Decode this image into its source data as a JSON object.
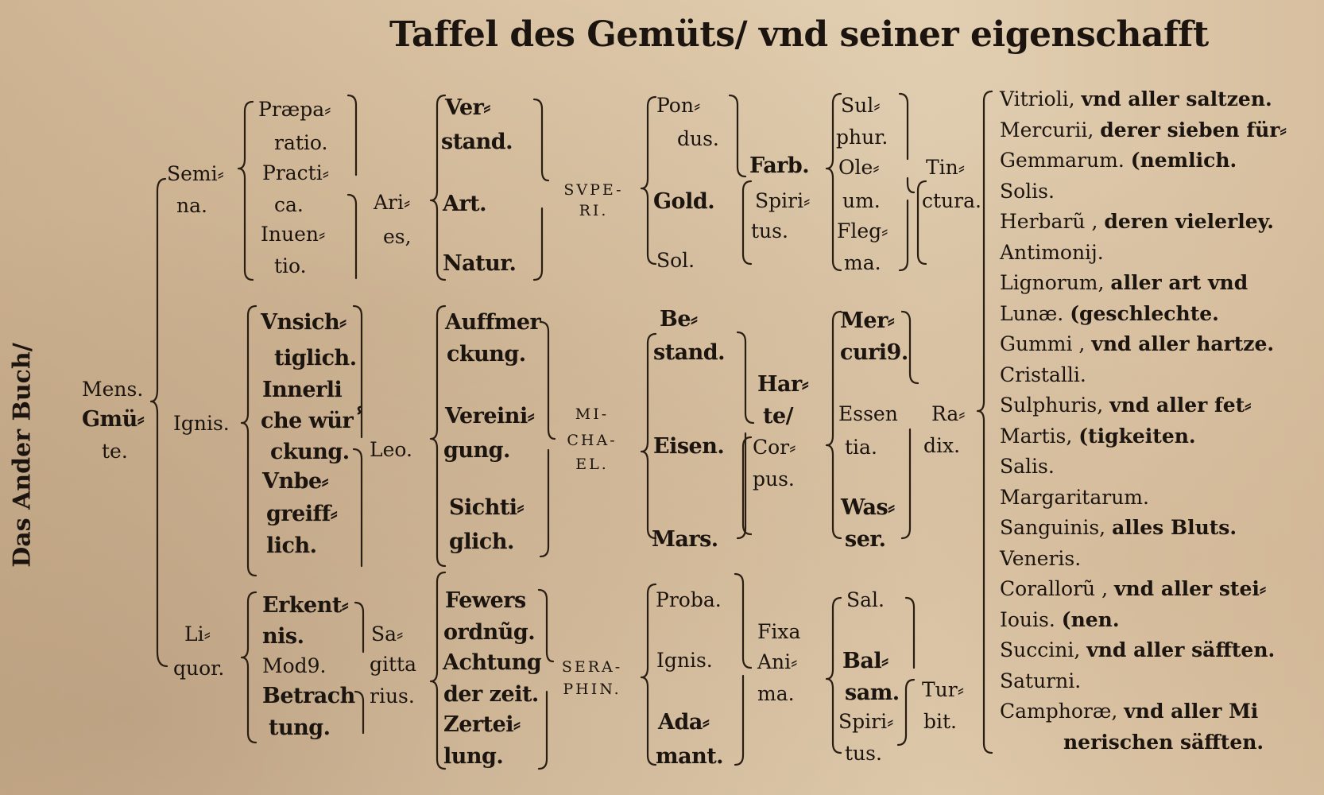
{
  "title": "Taffel des Gemüts/ vnd seiner eigenschafft",
  "side_title": "Das Ander Buch/",
  "root": {
    "line1": "Mens.",
    "line2": "Gmü⸗",
    "line3": "te."
  },
  "col1": {
    "semina": {
      "line1": "Semi⸗",
      "line2": "na."
    },
    "ignis": "Ignis.",
    "liquor": {
      "line1": "Li⸗",
      "line2": "quor."
    }
  },
  "col2": {
    "group1": [
      "Præpa⸗",
      "ratio.",
      "Practi⸗",
      "ca.",
      "Inuen⸗",
      "tio."
    ],
    "group2": [
      "Vnsich⸗",
      "tiglich.",
      "Innerli",
      "che würⸯ",
      "ckung.",
      "Vnbe⸗",
      "greiff⸗",
      "lich."
    ],
    "group3": [
      "Erkent⸗",
      "nis.",
      "Mod9.",
      "Betrach",
      "tung."
    ]
  },
  "col3": {
    "aries": {
      "line1": "Ari⸗",
      "line2": "es,"
    },
    "leo": "Leo.",
    "sagittarius": {
      "line1": "Sa⸗",
      "line2": "gitta",
      "line3": "rius."
    }
  },
  "col4": {
    "group1": [
      "Ver⸗",
      "stand.",
      "Art.",
      "Natur."
    ],
    "group2": [
      "Auffmer",
      "ckung.",
      "Vereini⸗",
      "gung.",
      "Sichti⸗",
      "glich."
    ],
    "group3": [
      "Fewers",
      "ordnũg.",
      "Achtung",
      "der zeit.",
      "Zertei⸗",
      "lung."
    ]
  },
  "col5": {
    "superi": {
      "line1": "SVPE-",
      "line2": "RI."
    },
    "michael": {
      "line1": "MI-",
      "line2": "CHA-",
      "line3": "EL."
    },
    "seraphin": {
      "line1": "SERA-",
      "line2": "PHIN."
    }
  },
  "col6": {
    "group1": [
      "Pon⸗",
      "dus.",
      "Gold.",
      "Sol."
    ],
    "group2": [
      "Be⸗",
      "stand.",
      "Eisen.",
      "Mars."
    ],
    "group3": [
      "Proba.",
      "Ignis.",
      "Ada⸗",
      "mant."
    ]
  },
  "col7": {
    "farb": "Farb.",
    "spiritus": {
      "line1": "Spiri⸗",
      "line2": "tus."
    },
    "harte": {
      "line1": "Har⸗",
      "line2": "te/"
    },
    "corpus": {
      "line1": "Cor⸗",
      "line2": "pus."
    },
    "fixa": {
      "line1": "Fixa",
      "line2": "Ani⸗",
      "line3": "ma."
    }
  },
  "col8": {
    "group1": [
      "Sul⸗",
      "phur.",
      "Ole⸗",
      "um.",
      "Fleg⸗",
      "ma."
    ],
    "group2": [
      "Mer⸗",
      "curi9.",
      "Essen",
      "tia.",
      "Was⸗",
      "ser."
    ],
    "group3": [
      "Sal.",
      "Bal⸗",
      "sam.",
      "Spiri⸗",
      "tus."
    ]
  },
  "col9": {
    "tinctura": {
      "line1": "Tin⸗",
      "line2": "ctura."
    },
    "radix": {
      "line1": "Ra⸗",
      "line2": "dix."
    },
    "turbit": {
      "line1": "Tur⸗",
      "line2": "bit."
    }
  },
  "right_list": [
    {
      "a": "Vitrioli, ",
      "b": "vnd aller saltzen."
    },
    {
      "a": "Mercurii, ",
      "b": "derer sieben für⸗"
    },
    {
      "a": "Gemmarum.  ",
      "b": "(nemlich."
    },
    {
      "a": "Solis.",
      "b": ""
    },
    {
      "a": "Herbarũ , ",
      "b": "deren vielerley."
    },
    {
      "a": "Antimonij.",
      "b": ""
    },
    {
      "a": "Lignorum, ",
      "b": "aller art vnd"
    },
    {
      "a": "Lunæ.        ",
      "b": "(geschlechte."
    },
    {
      "a": "Gummi , ",
      "b": "vnd aller hartze."
    },
    {
      "a": "Cristalli.",
      "b": ""
    },
    {
      "a": "Sulphuris, ",
      "b": "vnd aller fet⸗"
    },
    {
      "a": "Martis,        ",
      "b": "(tigkeiten."
    },
    {
      "a": "Salis.",
      "b": ""
    },
    {
      "a": "Margaritarum.",
      "b": ""
    },
    {
      "a": "Sanguinis, ",
      "b": "alles Bluts."
    },
    {
      "a": "Veneris.",
      "b": ""
    },
    {
      "a": "Corallorũ , ",
      "b": "vnd aller stei⸗"
    },
    {
      "a": "Iouis.               ",
      "b": "(nen."
    },
    {
      "a": "Succini, ",
      "b": "vnd aller säfften."
    },
    {
      "a": "Saturni.",
      "b": ""
    },
    {
      "a": "Camphoræ, ",
      "b": "vnd aller Mi"
    },
    {
      "a": "",
      "b": "nerischen säfften."
    }
  ]
}
